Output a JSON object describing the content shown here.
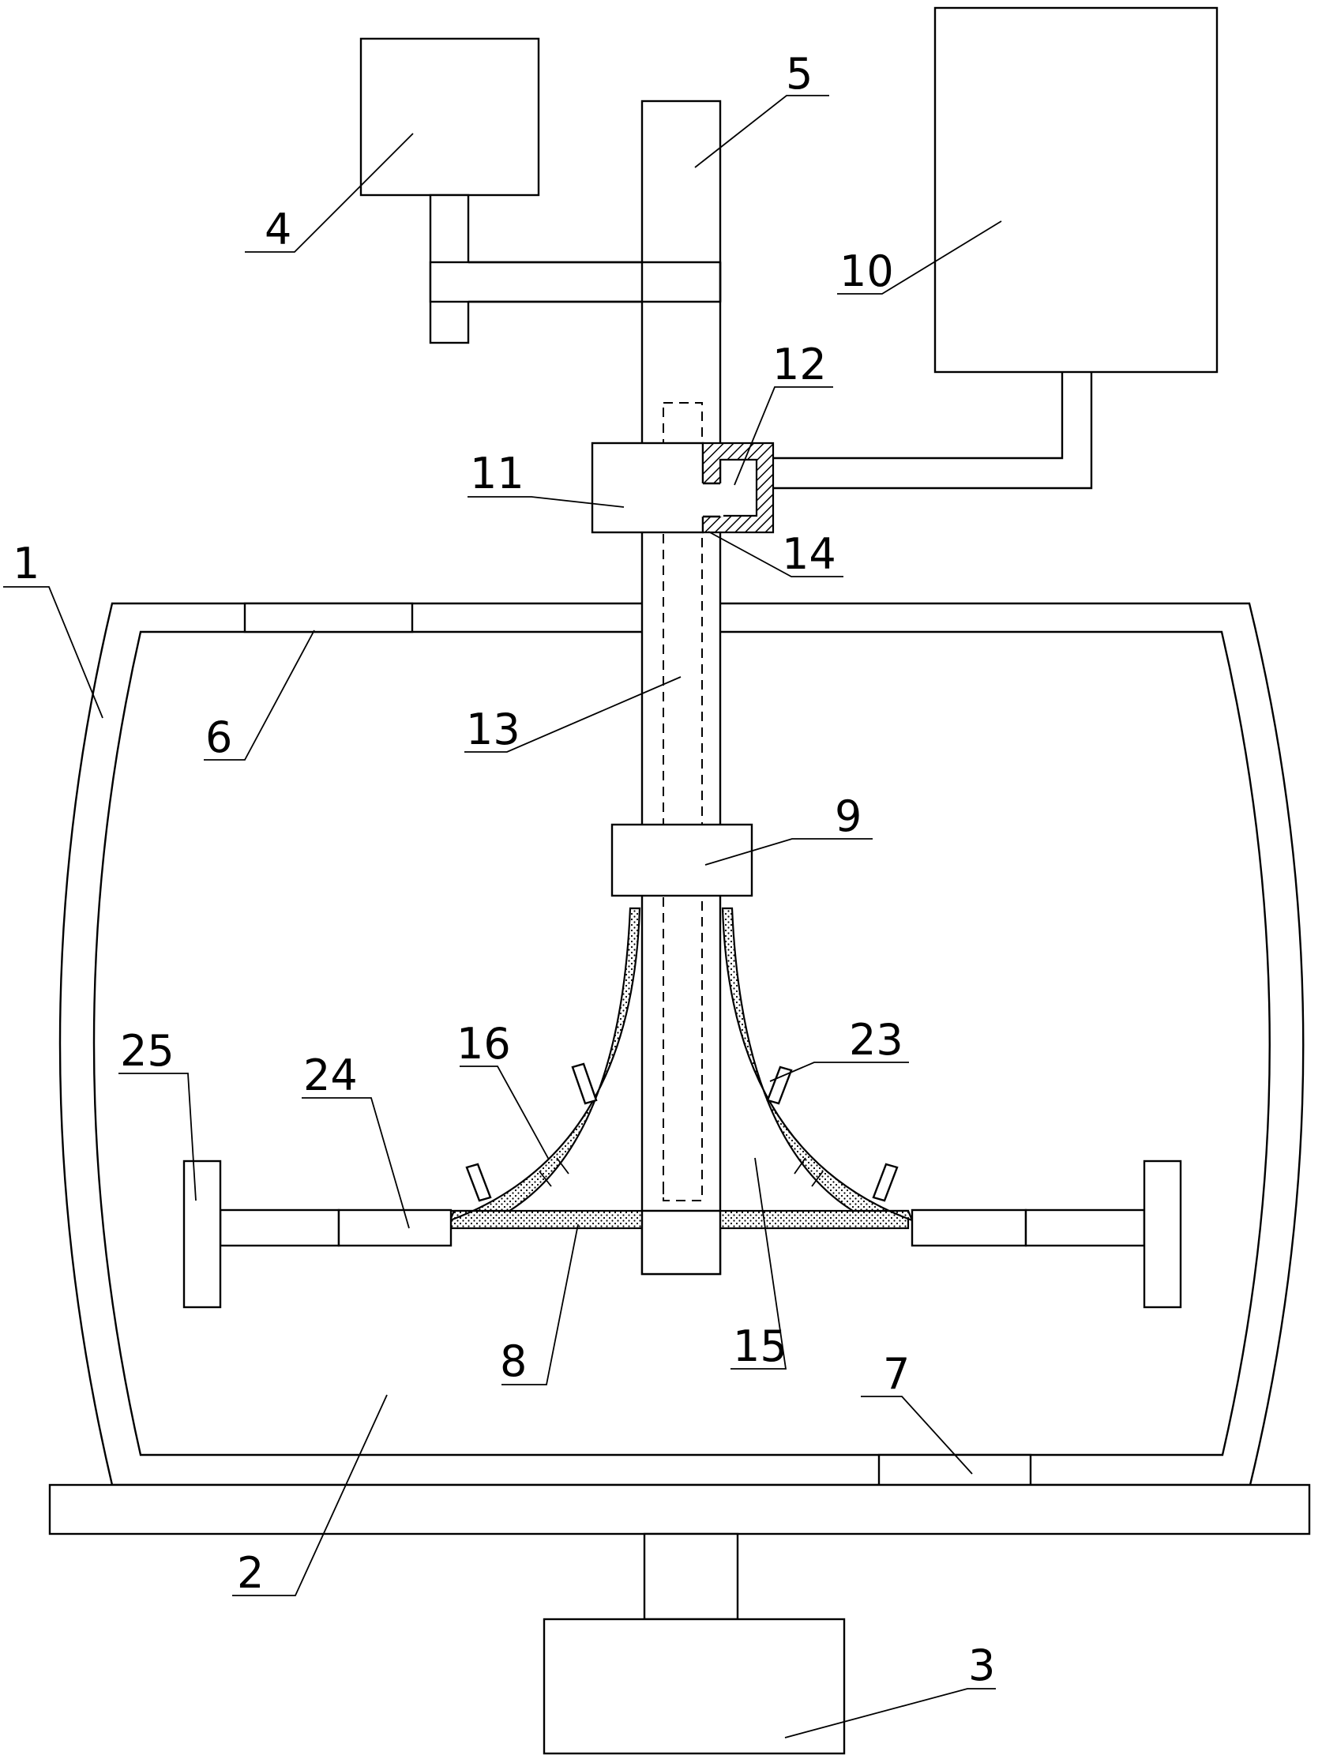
{
  "labels": {
    "l1": "1",
    "l2": "2",
    "l3": "3",
    "l4": "4",
    "l5": "5",
    "l6": "6",
    "l7": "7",
    "l8": "8",
    "l9": "9",
    "l10": "10",
    "l11": "11",
    "l12": "12",
    "l13": "13",
    "l14": "14",
    "l15": "15",
    "l16": "16",
    "l23": "23",
    "l24": "24",
    "l25": "25"
  }
}
